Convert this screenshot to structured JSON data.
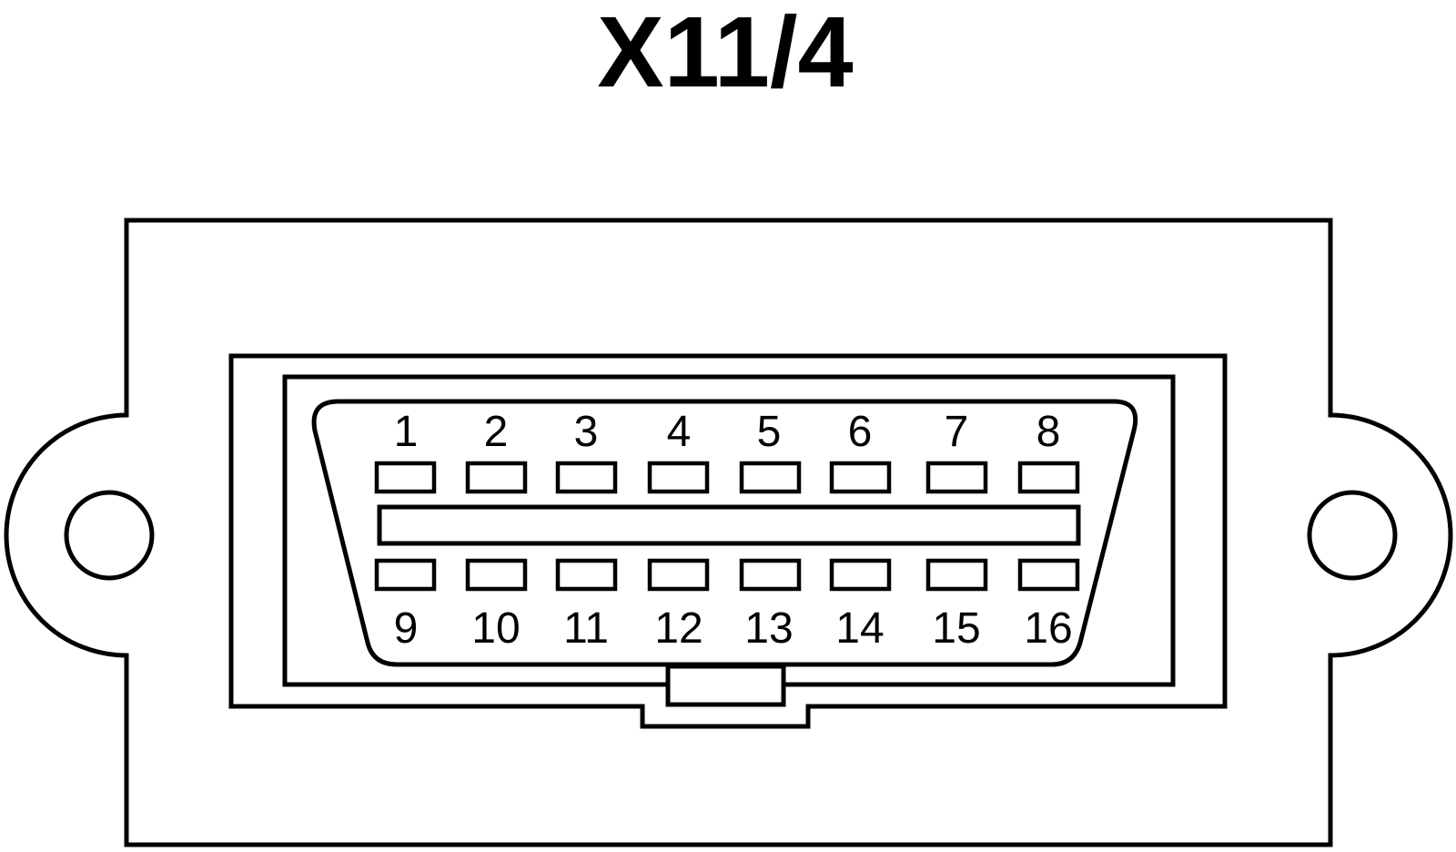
{
  "connector": {
    "title": "X11/4",
    "pins_top": [
      "1",
      "2",
      "3",
      "4",
      "5",
      "6",
      "7",
      "8"
    ],
    "pins_bottom": [
      "9",
      "10",
      "11",
      "12",
      "13",
      "14",
      "15",
      "16"
    ]
  }
}
